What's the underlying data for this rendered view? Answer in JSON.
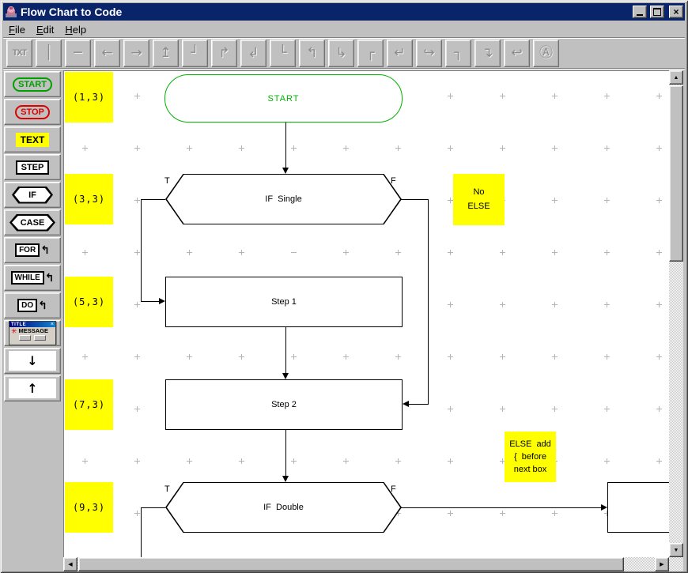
{
  "window": {
    "title": "Flow Chart to Code",
    "controls": {
      "close": "×"
    }
  },
  "menu": {
    "items": [
      "File",
      "Edit",
      "Help"
    ]
  },
  "toolbar": {
    "buttons": [
      {
        "name": "text-tool-icon",
        "glyph": "TXT"
      },
      {
        "name": "line-vertical-icon",
        "glyph": "│"
      },
      {
        "name": "line-horizontal-icon",
        "glyph": "─"
      },
      {
        "name": "arrow-left-icon",
        "glyph": "←"
      },
      {
        "name": "arrow-right-icon",
        "glyph": "→"
      },
      {
        "name": "arrow-up-branch-icon",
        "glyph": "↥"
      },
      {
        "name": "corner-bottom-right-icon",
        "glyph": "┘"
      },
      {
        "name": "arrow-turn-up-right-icon",
        "glyph": "↱"
      },
      {
        "name": "arrow-enter-down-left-icon",
        "glyph": "↲"
      },
      {
        "name": "corner-bottom-left-icon",
        "glyph": "└"
      },
      {
        "name": "arrow-turn-up-left-icon",
        "glyph": "↰"
      },
      {
        "name": "arrow-turn-down-right-icon",
        "glyph": "↳"
      },
      {
        "name": "corner-top-left-icon",
        "glyph": "┌"
      },
      {
        "name": "arrow-enter-down-icon",
        "glyph": "↵"
      },
      {
        "name": "arrow-hook-right-icon",
        "glyph": "↪"
      },
      {
        "name": "corner-top-right-icon",
        "glyph": "┐"
      },
      {
        "name": "arrow-right-then-down-icon",
        "glyph": "↴"
      },
      {
        "name": "arrow-hook-left-icon",
        "glyph": "↩"
      },
      {
        "name": "circled-a-icon",
        "glyph": "Ⓐ"
      }
    ]
  },
  "sidebar": {
    "start": "START",
    "stop": "STOP",
    "text": "TEXT",
    "step": "STEP",
    "if": "IF",
    "case": "CASE",
    "for": "FOR",
    "while": "WHILE",
    "do": "DO",
    "message": {
      "window_title": "TITLE",
      "label": "MESSAGE"
    },
    "arrow_down": "↓",
    "arrow_up": "↑"
  },
  "canvas": {
    "coordinate_labels": [
      "(1,3)",
      "(3,3)",
      "(5,3)",
      "(7,3)",
      "(9,3)"
    ],
    "nodes": {
      "start": {
        "label": "START"
      },
      "if_single": {
        "label": "IF  Single",
        "true_label": "T",
        "false_label": "F"
      },
      "step1": {
        "label": "Step 1"
      },
      "step2": {
        "label": "Step 2"
      },
      "if_double": {
        "label": "IF  Double",
        "true_label": "T",
        "false_label": "F"
      }
    },
    "notes": {
      "no_else": {
        "lines": [
          "No",
          "ELSE"
        ]
      },
      "else_add": {
        "lines": [
          "ELSE  add",
          "{  before",
          "next box"
        ]
      }
    }
  },
  "scrollbar": {
    "up": "▲",
    "down": "▼",
    "left": "◀",
    "right": "▶"
  },
  "colors": {
    "titlebar": "#0a246a",
    "highlight_yellow": "#ffff00",
    "start_green": "#00b400",
    "stop_red": "#dd0000",
    "canvas_white": "#ffffff",
    "chrome_gray": "#c0c0c0"
  }
}
